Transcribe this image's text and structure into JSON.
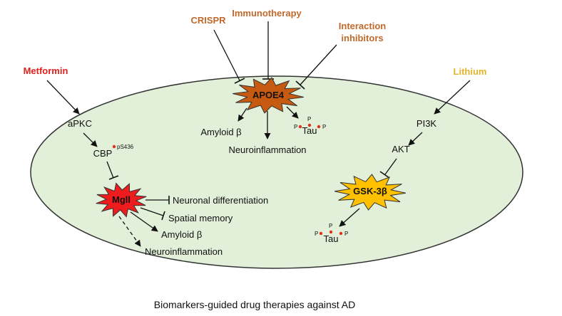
{
  "drugs": {
    "metformin": {
      "label": "Metformin",
      "color": "#e0201c"
    },
    "crispr": {
      "label": "CRISPR",
      "color": "#c0692a"
    },
    "immunotherapy": {
      "label": "Immunotherapy",
      "color": "#c0692a"
    },
    "interaction_line1": {
      "label": "Interaction",
      "color": "#c0692a"
    },
    "interaction_line2": {
      "label": "inhibitors",
      "color": "#c0692a"
    },
    "lithium": {
      "label": "Lithium",
      "color": "#e1b52a"
    }
  },
  "nodes": {
    "apkc": "aPKC",
    "cbp": "CBP",
    "cbp_sup": "pS436",
    "mgll": "Mgll",
    "apoe4": "APOE4",
    "pi3k": "PI3K",
    "akt": "AKT",
    "gsk3b": "GSK-3β"
  },
  "outcomes": {
    "apoe4_amyloid": "Amyloid β",
    "apoe4_neuroinflammation": "Neuroinflammation",
    "apoe4_tau": "Tau",
    "mgll_neuronal_diff": "Neuronal differentiation",
    "mgll_spatial_memory": "Spatial memory",
    "mgll_amyloid": "Amyloid β",
    "mgll_neuroinflammation": "Neuroinflammation",
    "gsk_tau": "Tau"
  },
  "phospho": "P",
  "colors": {
    "cell_fill": "#e2efd9",
    "cell_stroke": "#333333",
    "mgll_fill": "#ee1c1c",
    "apoe4_fill": "#c65a11",
    "gsk_fill": "#ffc000"
  },
  "caption": "Biomarkers-guided drug therapies against  AD"
}
